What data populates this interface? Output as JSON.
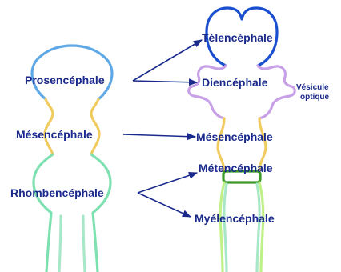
{
  "left_labels": {
    "prosencephale": "Prosencéphale",
    "mesencephale": "Mésencéphale",
    "rhombencephale": "Rhombencéphale"
  },
  "right_labels": {
    "telencephale": "Télencéphale",
    "diencephale": "Diencéphale",
    "mesencephale": "Mésencéphale",
    "metencephale": "Métencéphale",
    "myelencephale": "Myélencéphale"
  },
  "vesicule_optique": [
    "Vésicule",
    "optique"
  ],
  "colors": {
    "label": "#1a2a8c",
    "prosencephale": "#5ea8e6",
    "telencephale": "#1a4fd0",
    "diencephale": "#c8a0e8",
    "mesencephale": "#f0cc60",
    "metencephale": "#3c9a2a",
    "rhombencephale": "#7de0b0",
    "cord": "#a8e8c8"
  }
}
